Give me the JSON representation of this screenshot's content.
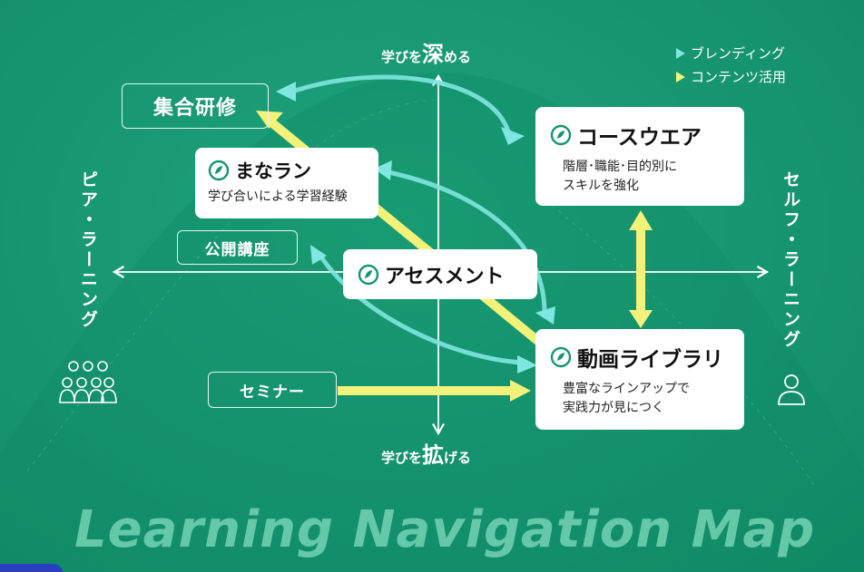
{
  "axis": {
    "top_pre": "学びを",
    "top_big": "深",
    "top_post": "める",
    "bottom_pre": "学びを",
    "bottom_big": "拡",
    "bottom_post": "げる",
    "left": "ピア・ラーニング",
    "right": "セルフ・ラーニング"
  },
  "legend": {
    "blending": "ブレンディング",
    "content": "コンテンツ活用",
    "blending_color": "#7fe6e0",
    "content_color": "#f2f27a"
  },
  "nodes": {
    "shugo": "集合研修",
    "manaran_title": "まなラン",
    "manaran_sub": "学び合いによる学習経験",
    "koukai": "公開講座",
    "assessment": "アセスメント",
    "seminar": "セミナー",
    "courseware_title": "コースウエア",
    "courseware_sub1": "階層･職能･目的別に",
    "courseware_sub2": "スキルを強化",
    "douga_title": "動画ライブラリ",
    "douga_sub1": "豊富なラインアップで",
    "douga_sub2": "実践力が見につく"
  },
  "title": "Learning Navigation Map"
}
